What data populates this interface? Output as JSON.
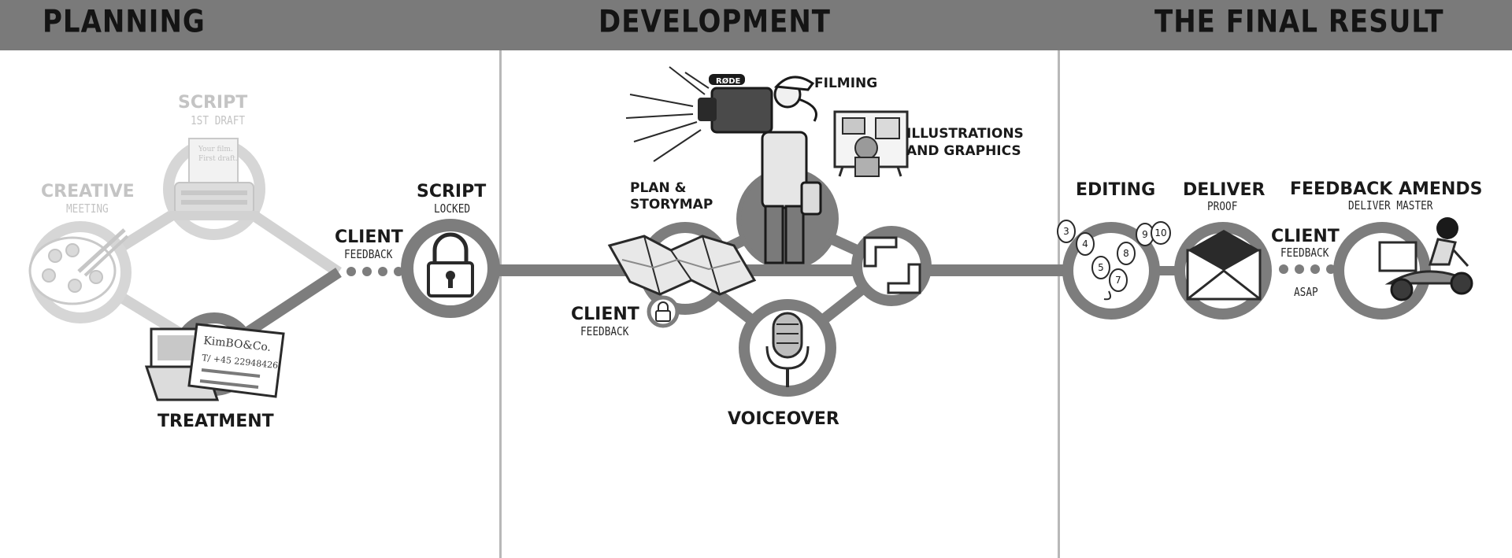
{
  "header": {
    "planning": "PLANNING",
    "development": "DEVELOPMENT",
    "final_result": "THE FINAL RESULT"
  },
  "planning": {
    "script_title": "SCRIPT",
    "script_sub": "1ST DRAFT",
    "typewriter_paper_line1": "Your film.",
    "typewriter_paper_line2": "First draft.",
    "creative_title": "CREATIVE",
    "creative_sub": "MEETING",
    "treatment": "TREATMENT",
    "card_company": "KimBO&Co.",
    "card_phone": "T/ +45 22948426",
    "client_title": "CLIENT",
    "client_sub": "FEEDBACK",
    "script_locked_title": "SCRIPT",
    "script_locked_sub": "LOCKED"
  },
  "development": {
    "filming": "FILMING",
    "camera_brand": "RØDE",
    "illustrations": "ILLUSTRATIONS",
    "graphics": "AND GRAPHICS",
    "plan_line1": "PLAN &",
    "plan_line2": "STORYMAP",
    "client_title": "CLIENT",
    "client_sub": "FEEDBACK",
    "voiceover": "VOICEOVER"
  },
  "final": {
    "editing": "EDITING",
    "edit_numbers": [
      "3",
      "4",
      "5",
      "7",
      "8",
      "9",
      "10"
    ],
    "deliver_title": "DELIVER",
    "deliver_sub": "PROOF",
    "client_title": "CLIENT",
    "client_sub": "FEEDBACK",
    "asap": "ASAP",
    "amends_title": "FEEDBACK AMENDS",
    "amends_sub": "DELIVER MASTER"
  },
  "colors": {
    "header_bg": "#7a7a7a",
    "track": "#7d7d7d",
    "faded_track": "#d2d2d2",
    "text": "#1a1a1a"
  }
}
